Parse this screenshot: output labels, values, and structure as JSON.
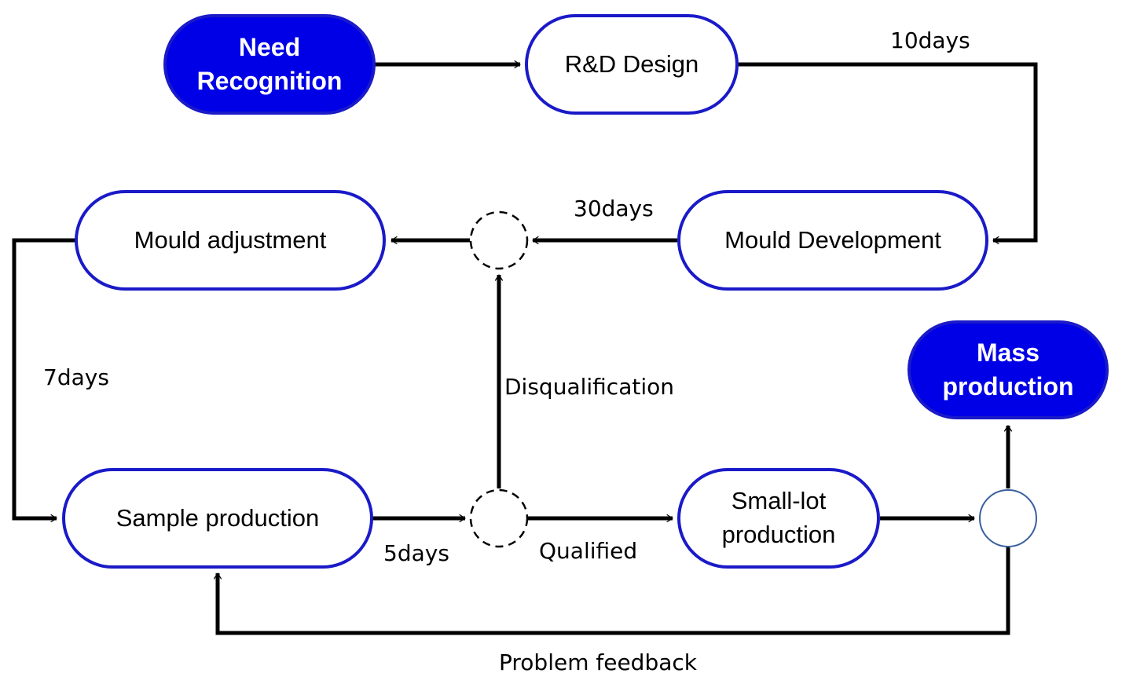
{
  "nodes": {
    "need_recognition": [
      "Need",
      "Recognition"
    ],
    "rd_design": [
      "R&D Design"
    ],
    "mould_development": [
      "Mould Development"
    ],
    "mould_adjustment": [
      "Mould adjustment"
    ],
    "sample_production": [
      "Sample production"
    ],
    "small_lot_production": [
      "Small-lot",
      "production"
    ],
    "mass_production": [
      "Mass",
      "production"
    ]
  },
  "edge_labels": {
    "rd_to_mould_dev": "10days",
    "mould_dev_to_decision": "30days",
    "adjustment_to_sample": "7days",
    "sample_to_decision": "5days",
    "decision_qualified": "Qualified",
    "decision_disqualified": "Disqualification",
    "problem_feedback": "Problem feedback"
  },
  "colors": {
    "node_border": "#1a1ac8",
    "node_fill_highlight": "#0000e6",
    "connector_circle_border": "#3a5fa0",
    "arrow": "#000000"
  }
}
